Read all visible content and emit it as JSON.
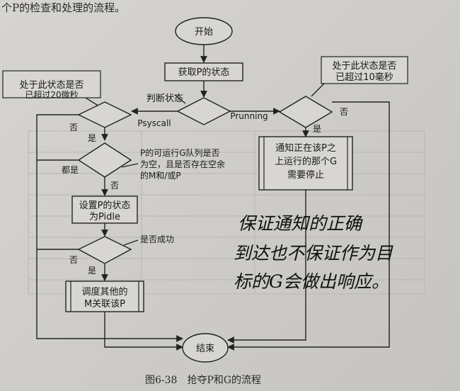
{
  "header_text": "个P的检查和处理的流程。",
  "caption": "图6-38　抢夺P和G的流程",
  "nodes": {
    "start": "开始",
    "get_status": "获取P的状态",
    "judge_status": "判断状态",
    "cond_20us": [
      "处于此状态是否",
      "已超过20微秒"
    ],
    "cond_10ms": [
      "处于此状态是否",
      "已超过10毫秒"
    ],
    "psyscall": "Psyscall",
    "prunning": "Prunning",
    "cond_queue": [
      "P的可运行G队列是否",
      "为空，且是否存在空余",
      "的M和/或P"
    ],
    "notify": [
      "通知正在该P之",
      "上运行的那个G",
      "需要停止"
    ],
    "set_idle": [
      "设置P的状态",
      "为Pidle"
    ],
    "cond_success": "是否成功",
    "schedule": [
      "调度其他的",
      "M关联该P"
    ],
    "end": "结束"
  },
  "branches": {
    "no_20us": "否",
    "yes_20us": "是",
    "both_yes": "都是",
    "no_queue": "否",
    "no_success": "否",
    "yes_success": "是",
    "yes_10ms": "是",
    "no_10ms": "否"
  },
  "handwritten_note": [
    "保证通知的正确",
    "到达也不保证作为目",
    "标的G会做出响应。"
  ]
}
